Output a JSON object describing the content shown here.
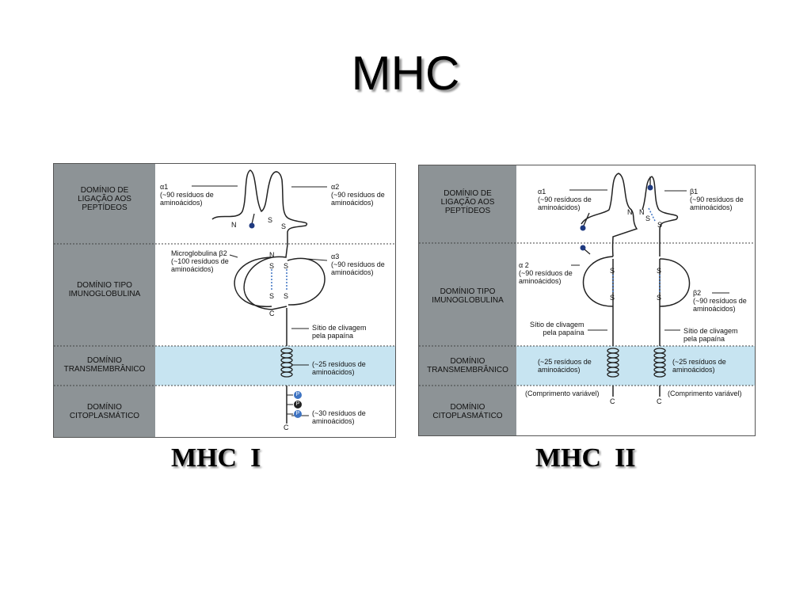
{
  "title": "MHC",
  "colors": {
    "domain_column": "#8d9396",
    "membrane_band": "#c7e4f1",
    "phosphate_blue": "#3f74c2",
    "phosphate_dark": "#222222",
    "line": "#222222"
  },
  "mhc1": {
    "caption": "MHC  I",
    "domains": [
      "DOMÍNIO DE\nLIGAÇÃO AOS\nPEPTÍDEOS",
      "DOMÍNIO TIPO\nIMUNOGLOBULINA",
      "DOMÍNIO\nTRANSMEMBRÂNICO",
      "DOMÍNIO\nCITOPLASMÁTICO"
    ],
    "labels": {
      "a1": "α1\n(~90 resíduos de\naminoácidos)",
      "a2": "α2\n(~90 resíduos de\naminoácidos)",
      "b2m": "Microglobulina β2\n(~100 resíduos de\naminoácidos)",
      "a3": "α3\n(~90 resíduos de\naminoácidos)",
      "cleavage": "Sítio de clivagem\npela papaína",
      "tm": "(~25 resíduos de\naminoácidos)",
      "cyto": "(~30 resíduos de\naminoácidos)",
      "n1": "N",
      "n2": "N",
      "s1": "S",
      "s2": "S",
      "s3": "S",
      "s4": "S",
      "s5": "S",
      "s6": "S",
      "c1": "C",
      "c2": "C",
      "p": "P"
    }
  },
  "mhc2": {
    "caption": "MHC  II",
    "domains": [
      "DOMÍNIO DE\nLIGAÇÃO AOS\nPEPTÍDEOS",
      "DOMÍNIO TIPO\nIMUNOGLOBULINA",
      "DOMÍNIO\nTRANSMEMBRÂNICO",
      "DOMÍNIO\nCITOPLASMÁTICO"
    ],
    "labels": {
      "a1": "α1\n(~90 resíduos de\naminoácidos)",
      "b1": "β1\n(~90 resíduos de\naminoácidos)",
      "a2": "α 2\n(~90 resíduos de\naminoácidos)",
      "b2": "β2\n(~90 resíduos de\naminoácidos)",
      "cleavage_left": "Sítio de clivagem\npela papaína",
      "cleavage_right": "Sítio de clivagem\npela papaína",
      "tm_left": "(~25 resíduos de\naminoácidos)",
      "tm_right": "(~25 resíduos de\naminoácidos)",
      "var_left": "(Comprimento variável)",
      "var_right": "(Comprimento variável)",
      "n1": "N",
      "n2": "N",
      "s1": "S",
      "s2": "S",
      "s3": "S",
      "s4": "S",
      "s5": "S",
      "s6": "S",
      "c1": "C",
      "c2": "C"
    }
  }
}
